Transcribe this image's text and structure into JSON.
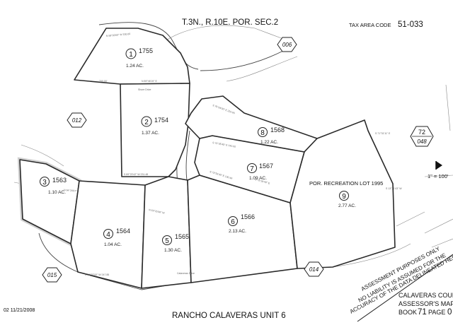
{
  "header": {
    "township": "T.3N., R.10E. POR. SEC.2",
    "tax_area_code_label": "TAX AREA CODE",
    "tax_area_code": "51-033"
  },
  "map_refs": {
    "ref_006": "006",
    "ref_012": "012",
    "ref_014": "014",
    "ref_015": "015",
    "ref_72_top": "72",
    "ref_72_bottom": "048"
  },
  "lots": [
    {
      "num": "1",
      "apn": "1755",
      "acres": "1.24 AC."
    },
    {
      "num": "2",
      "apn": "1754",
      "acres": "1.37 AC."
    },
    {
      "num": "3",
      "apn": "1563",
      "acres": "1.10 AC."
    },
    {
      "num": "4",
      "apn": "1564",
      "acres": "1.04 AC."
    },
    {
      "num": "5",
      "apn": "1565",
      "acres": "1.30 AC."
    },
    {
      "num": "6",
      "apn": "1566",
      "acres": "2.13 AC."
    },
    {
      "num": "7",
      "apn": "1567",
      "acres": "1.09 AC."
    },
    {
      "num": "8",
      "apn": "1568",
      "acres": "1.22 AC."
    },
    {
      "num": "9",
      "apn": "",
      "acres": "2.77 AC."
    }
  ],
  "recreation_label": "POR. RECREATION LOT 1995",
  "scale": "1\" = 100'",
  "disclaimer": {
    "line1": "ASSESSMENT PURPOSES ONLY",
    "line2": "NO LIABILITY IS ASSUMED FOR THE",
    "line3": "ACCURACY OF THE DATA DELINEATED HEREON"
  },
  "footer": {
    "date": "02 11/21/2008",
    "subdivision": "RANCHO CALAVERAS UNIT 6",
    "county_line1": "CALAVERAS COUN",
    "county_line2": "ASSESSOR'S MAPS",
    "book_label": "BOOK",
    "book": "71",
    "page_label": "PAGE",
    "page": "0"
  }
}
